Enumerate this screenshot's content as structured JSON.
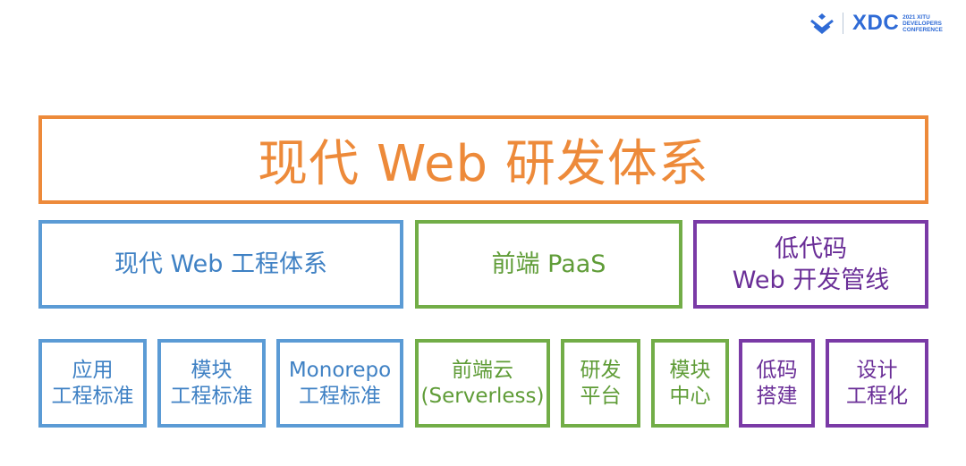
{
  "logo": {
    "brand": "XDC",
    "subtitle_lines": [
      "2021 XITU",
      "DEVELOPERS",
      "CONFERENCE"
    ],
    "mark_icon": "xitu-logo-icon",
    "color": "#2f6bd6"
  },
  "colors": {
    "orange": "#ed8a3a",
    "blue": "#5b9bd5",
    "green": "#72ad47",
    "purple": "#7a3aa6"
  },
  "diagram": {
    "title": "现代 Web 研发体系",
    "pillars": [
      {
        "lines": [
          "现代 Web 工程体系"
        ],
        "color": "blue"
      },
      {
        "lines": [
          "前端 PaaS"
        ],
        "color": "green"
      },
      {
        "lines": [
          "低代码",
          "Web 开发管线"
        ],
        "color": "purple"
      }
    ],
    "components": [
      {
        "lines": [
          "应用",
          "工程标准"
        ],
        "color": "blue"
      },
      {
        "lines": [
          "模块",
          "工程标准"
        ],
        "color": "blue"
      },
      {
        "lines": [
          "Monorepo",
          "工程标准"
        ],
        "color": "blue"
      },
      {
        "lines": [
          "前端云",
          "(Serverless)"
        ],
        "color": "green"
      },
      {
        "lines": [
          "研发",
          "平台"
        ],
        "color": "green"
      },
      {
        "lines": [
          "模块",
          "中心"
        ],
        "color": "green"
      },
      {
        "lines": [
          "低码",
          "搭建"
        ],
        "color": "purple"
      },
      {
        "lines": [
          "设计",
          "工程化"
        ],
        "color": "purple"
      }
    ]
  }
}
